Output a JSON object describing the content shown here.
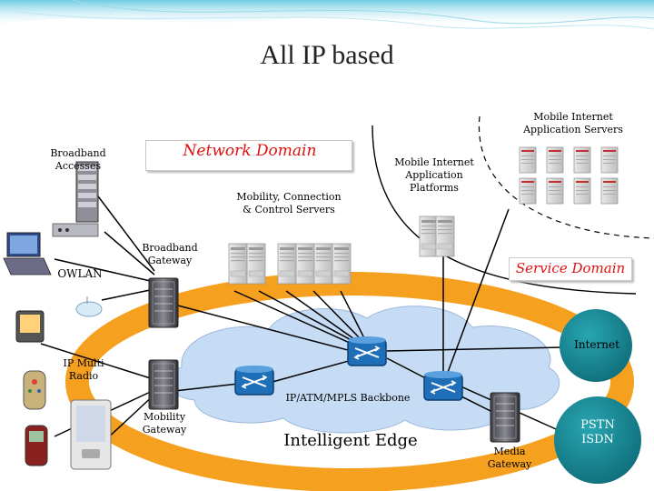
{
  "title": "All IP based",
  "domains": {
    "network": "Network Domain",
    "service": "Service Domain"
  },
  "labels": {
    "broadband_accesses": "Broadband Accesses",
    "mobility_servers": "Mobility, Connection & Control Servers",
    "mobile_internet_platforms": "Mobile Internet Application Platforms",
    "mobile_internet_servers": "Mobile Internet Application Servers",
    "broadband_gateway": "Broadband Gateway",
    "owlan": "OWLAN",
    "ip_multi_radio": "IP Multi Radio",
    "mobility_gateway": "Mobility Gateway",
    "internet": "Internet",
    "backbone": "IP/ATM/MPLS Backbone",
    "intelligent_edge": "Intelligent Edge",
    "media_gateway": "Media Gateway",
    "pstn_isdn": "PSTN ISDN"
  },
  "colors": {
    "title_text": "#222222",
    "domain_text": "#e01010",
    "ring_orange": "#f5a01e",
    "cloud_blue": "#c6dcf5",
    "router_blue": "#1f6fb8",
    "internet_teal": "#1a8b97",
    "line_black": "#000000"
  },
  "icons": [
    "router-icon",
    "server-icon",
    "laptop-icon",
    "pda-icon",
    "phone-icon",
    "access-point-icon"
  ]
}
